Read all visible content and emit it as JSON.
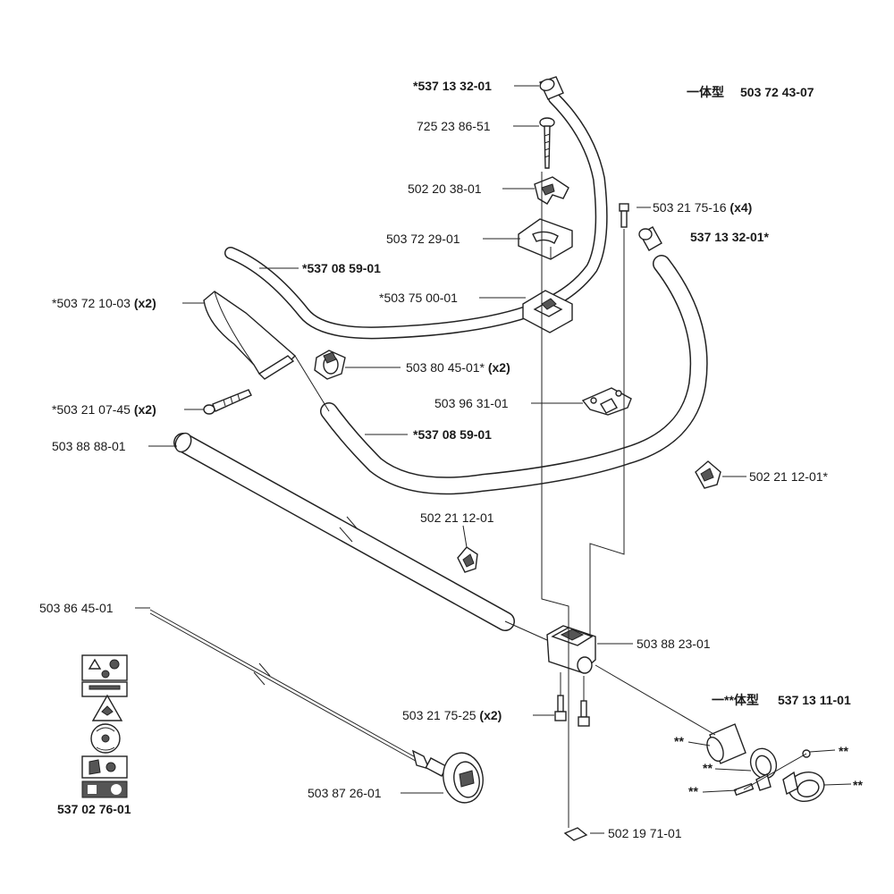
{
  "assembly_top": {
    "prefix": "一体型",
    "number": "503 72 43-07"
  },
  "assembly_kit": {
    "prefix": "一**体型",
    "number": "537 13 11-01"
  },
  "labels": {
    "grip_top": "*537 13 32-01",
    "bolt_top": "725 23 86-51",
    "clamp_upper": "502 20 38-01",
    "clamp_lower": "503 72 29-01",
    "screw_x4_num": "503 21 75-16",
    "screw_x4_qty": "(x4)",
    "grip_right": "537 13 32-01*",
    "handle_left": "*537 08 59-01",
    "guard_num": "*503 72 10-03",
    "guard_qty": "(x2)",
    "bracket_center": "*503 75 00-01",
    "clip_num": "503 80 45-01*",
    "clip_qty": "(x2)",
    "screw_guard_num": "*503 21 07-45",
    "screw_guard_qty": "(x2)",
    "plate_num": "503 96 31-01",
    "handle_right": "*537 08 59-01",
    "tube": "503 88 88-01",
    "knob_right": "502 21 12-01*",
    "knob_mid": "502 21 12-01",
    "shaft": "503 86 45-01",
    "housing": "503 88 23-01",
    "screw_x2_num": "503 21 75-25",
    "screw_x2_qty": "(x2)",
    "drum": "503 87 26-01",
    "nut": "502 19 71-01",
    "decal": "537 02 76-01",
    "star_1": "**",
    "star_2": "**",
    "star_3": "**",
    "star_4": "**",
    "star_5": "**"
  },
  "colors": {
    "ink": "#222222",
    "paper": "#ffffff"
  },
  "icons": [
    "warning-triangle-icon",
    "hand-icon",
    "eye-protection-icon",
    "ear-protection-icon",
    "blade-warning-icon",
    "rotation-icon",
    "boot-icon"
  ]
}
